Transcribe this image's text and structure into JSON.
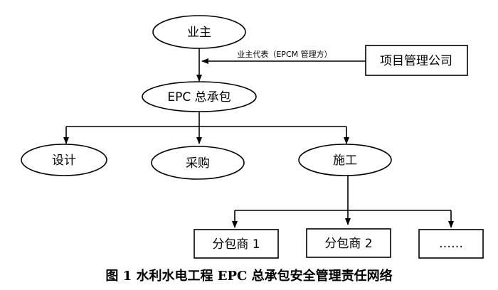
{
  "nodes": {
    "owner": "业主",
    "epc": "EPC 总承包",
    "design": "设计",
    "procurement": "采购",
    "construction": "施工",
    "pm_company": "项目管理公司",
    "sub1": "分包商 1",
    "sub2": "分包商 2",
    "sub_more": "……"
  },
  "edge_label": "业主代表（EPCM 管理方）",
  "caption": "图 1   水利水电工程 EPC 总承包安全管理责任网络"
}
